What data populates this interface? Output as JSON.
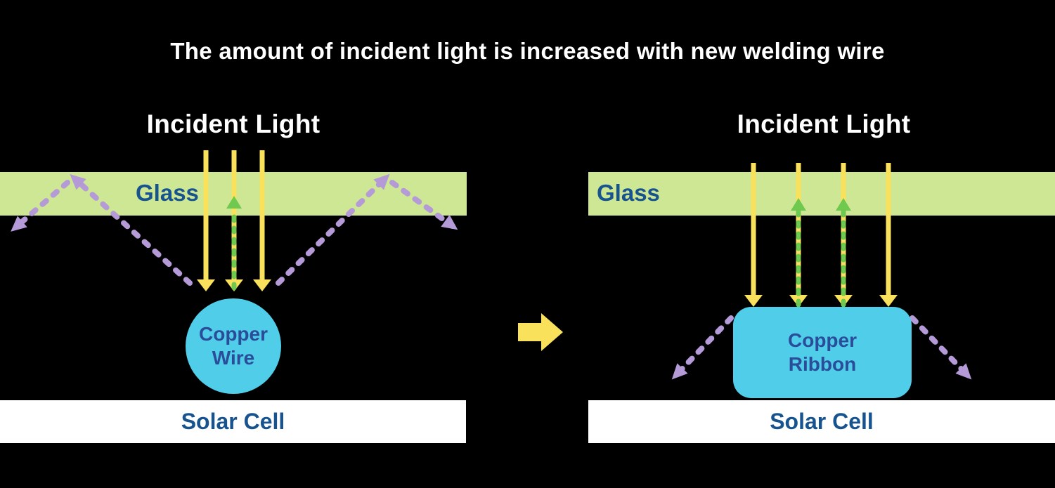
{
  "title": "The amount of incident light is increased with new welding wire",
  "colors": {
    "background": "#000000",
    "title_text": "#ffffff",
    "glass_band": "#cde794",
    "deep_blue_label": "#17538f",
    "copper_label_blue": "#2a4d9a",
    "arrow_yellow": "#f9e15c",
    "arrow_green": "#6fc94f",
    "arrow_purple": "#b49bd8",
    "copper_cyan": "#4fcde9",
    "solar_cell_white": "#ffffff"
  },
  "left_panel": {
    "incident_light_label": "Incident Light",
    "glass_label": "Glass",
    "copper_label": [
      "Copper",
      "Wire"
    ],
    "solar_cell_label": "Solar Cell"
  },
  "right_panel": {
    "incident_light_label": "Incident Light",
    "glass_label": "Glass",
    "copper_label": [
      "Copper",
      "Ribbon"
    ],
    "solar_cell_label": "Solar Cell"
  },
  "icons": {
    "incident_arrows": "yellow-down-arrow",
    "reflected_arrows": "green-dotted-up-arrow",
    "scattered_arrows": "purple-dashed-arrow",
    "transition_arrow": "yellow-right-block-arrow"
  }
}
